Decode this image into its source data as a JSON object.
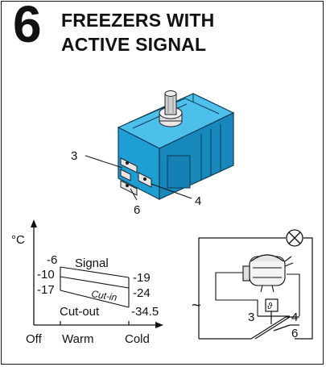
{
  "section": {
    "number": "6",
    "title_line1": "FREEZERS WITH",
    "title_line2": "ACTIVE SIGNAL"
  },
  "thermostat": {
    "terminal_labels": [
      "3",
      "6",
      "4"
    ],
    "body_color": "#1aa3d9"
  },
  "temperature_chart": {
    "y_unit": "°C",
    "left_values": [
      "-6",
      "-10",
      "-17"
    ],
    "right_values": [
      "-19",
      "-24",
      "-34.5"
    ],
    "band_labels": {
      "signal": "Signal",
      "cut_in": "Cut-in",
      "cut_out": "Cut-out"
    },
    "x_labels": [
      "Off",
      "Warm",
      "Cold"
    ]
  },
  "wiring_diagram": {
    "terminal_labels": [
      "3",
      "4",
      "6"
    ],
    "ac_symbol": "~"
  }
}
